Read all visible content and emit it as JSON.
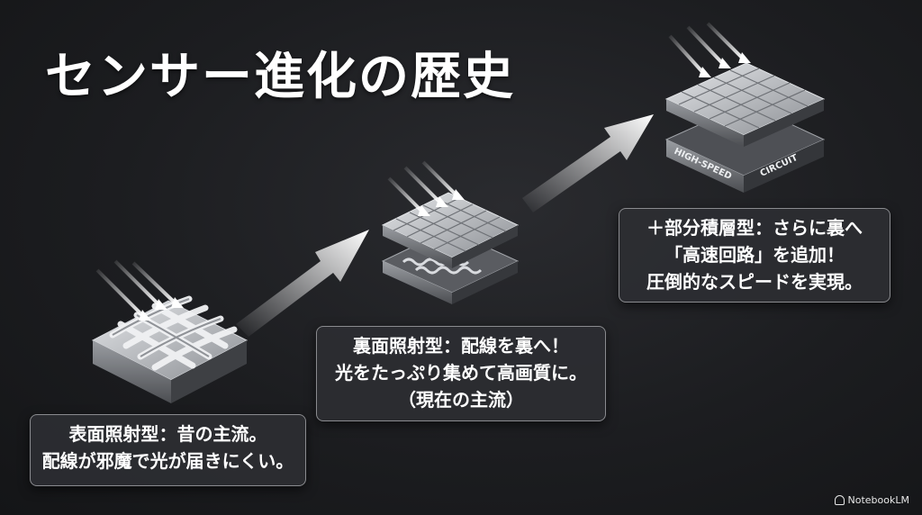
{
  "title": "センサー進化の歴史",
  "stages": [
    {
      "lines": [
        "表面照射型：昔の主流。",
        "配線が邪魔で光が届きにくい。"
      ]
    },
    {
      "lines": [
        "裏面照射型：配線を裏へ！",
        "光をたっぷり集めて高画質に。",
        "（現在の主流）"
      ]
    },
    {
      "lines": [
        "＋部分積層型：さらに裏へ",
        "「高速回路」を追加！",
        "圧倒的なスピードを実現。"
      ],
      "chip_label_left": "HIGH-SPEED",
      "chip_label_right": "CIRCUIT"
    }
  ],
  "brand": "NotebookLM",
  "colors": {
    "background": "#1c1d20",
    "text": "#ffffff",
    "caption_bg": "#2d2e32",
    "caption_border": "#8a8b8f",
    "chip": "#b9bcc1"
  }
}
